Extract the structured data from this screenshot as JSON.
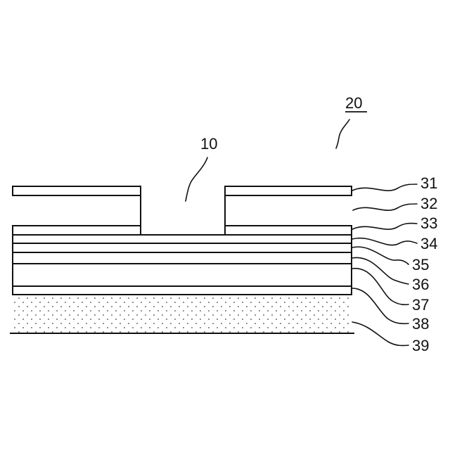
{
  "figure": {
    "device_label": "20",
    "opening_label": "10",
    "layer_labels": [
      "31",
      "32",
      "33",
      "34",
      "35",
      "36",
      "37",
      "38",
      "39"
    ]
  }
}
